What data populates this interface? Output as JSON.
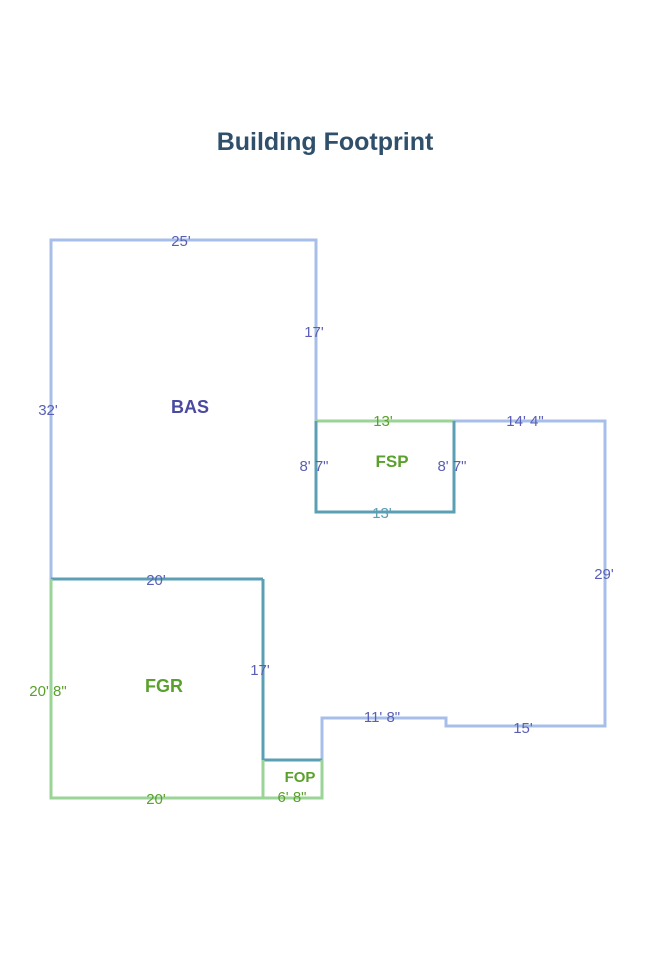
{
  "title": "Building Footprint",
  "areas": {
    "bas": "BAS",
    "fsp": "FSP",
    "fgr": "FGR",
    "fop": "FOP"
  },
  "dimensions": {
    "bas_top": "25'",
    "bas_upper_right": "17'",
    "bas_left": "32'",
    "fsp_top": "13'",
    "fsp_bottom": "13'",
    "fsp_left": "8' 7\"",
    "fsp_right": "8' 7\"",
    "east_top": "14' 4\"",
    "east_right": "29'",
    "south_step": "11' 8\"",
    "south_right": "15'",
    "fgr_top": "20'",
    "fgr_right": "17'",
    "fgr_left": "20' 8\"",
    "fgr_bottom": "20'",
    "fop_bottom": "6' 8\""
  },
  "colors": {
    "bas_line": "#a7bfe8",
    "green_line": "#9ad597",
    "teal_line": "#5a9fb3",
    "dim_text": "#5a5fb5",
    "green_text": "#5aa02c",
    "title": "#2f4f6b"
  }
}
